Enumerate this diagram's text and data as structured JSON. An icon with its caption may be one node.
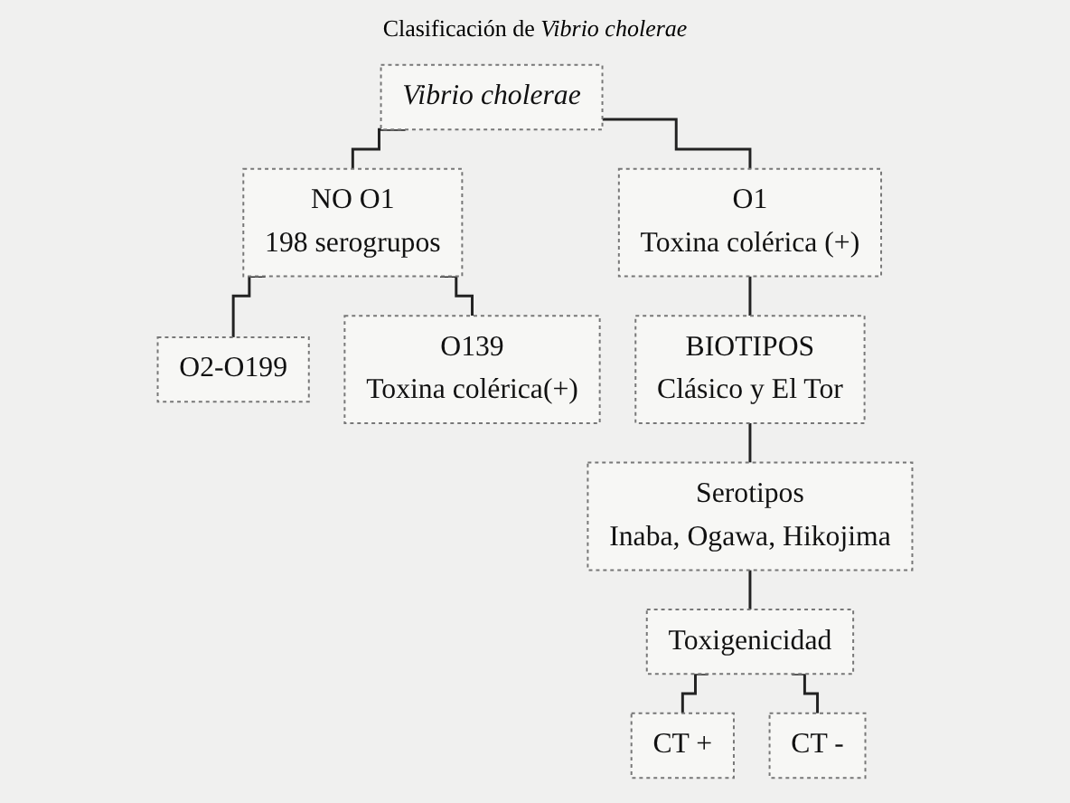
{
  "diagram": {
    "title": "Clasificación de *Vibrio cholerae*",
    "nodes": [
      {
        "text": [
          "Vibrio cholerae"
        ]
      },
      {
        "text": [
          "NO O1",
          "198 serogrupos"
        ]
      },
      {
        "text": [
          "O1",
          "Toxina colérica (+)"
        ]
      },
      {
        "text": [
          "O2-O199"
        ]
      },
      {
        "text": [
          "O139",
          "Toxina colérica(+)"
        ]
      },
      {
        "text": [
          "BIOTIPOS",
          "Clásico y El Tor"
        ]
      },
      {
        "text": [
          "Serotipos",
          "Inaba, Ogawa, Hikojima"
        ]
      },
      {
        "text": [
          "Toxigenicidad"
        ]
      },
      {
        "text": [
          "CT +"
        ]
      },
      {
        "text": [
          "CT -"
        ]
      }
    ],
    "edges": [
      {
        "from": 0,
        "to": 1,
        "arrow": "none"
      },
      {
        "from": 0,
        "to": 2,
        "arrow": "none"
      },
      {
        "from": 1,
        "to": 3,
        "arrow": "none"
      },
      {
        "from": 1,
        "to": 4,
        "arrow": "none"
      },
      {
        "from": 2,
        "to": 5,
        "arrow": "none"
      },
      {
        "from": 5,
        "to": 6,
        "arrow": "none"
      },
      {
        "from": 6,
        "to": 7,
        "arrow": "none"
      },
      {
        "from": 7,
        "to": 8,
        "arrow": "none"
      },
      {
        "from": 7,
        "to": 9,
        "arrow": "none"
      }
    ]
  }
}
